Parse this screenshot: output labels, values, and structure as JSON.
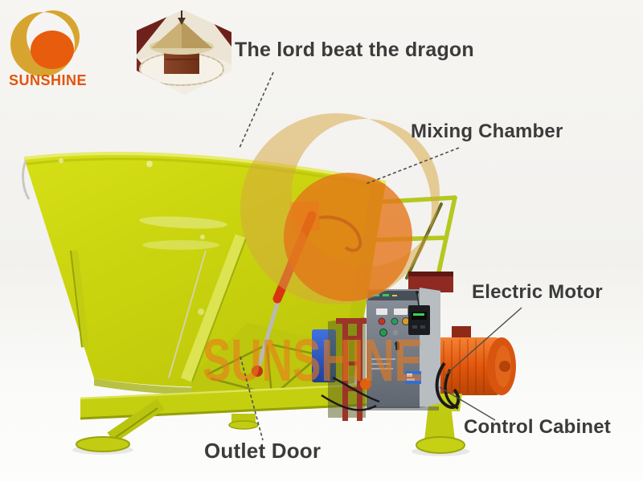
{
  "brand": {
    "name": "SUNSHINE",
    "gold": "#D7A52F",
    "orange": "#E85C0D",
    "text_color": "#E2540C"
  },
  "inset": {
    "label": "The lord beat the dragon",
    "image_name": "mixing-auger-hexagon-photo"
  },
  "annotations": {
    "mixing_chamber": "Mixing Chamber",
    "electric_motor": "Electric Motor",
    "control_cabinet": "Control Cabinet",
    "outlet_door": "Outlet Door"
  },
  "watermark": {
    "text": "SUNSHINE",
    "color": "#E87D1E"
  },
  "machine": {
    "type": "vertical feed mixer",
    "tub_color": "#CAD40F",
    "motor_color": "#E8590F",
    "cabinet_color": "#6F7680",
    "cylinder_color": "#D63511",
    "parts": [
      "mixing-chamber-tub",
      "outlet-door",
      "hydraulic-cylinder",
      "platform-railing",
      "ladder",
      "control-cabinet",
      "electric-motor",
      "base-frame"
    ]
  }
}
